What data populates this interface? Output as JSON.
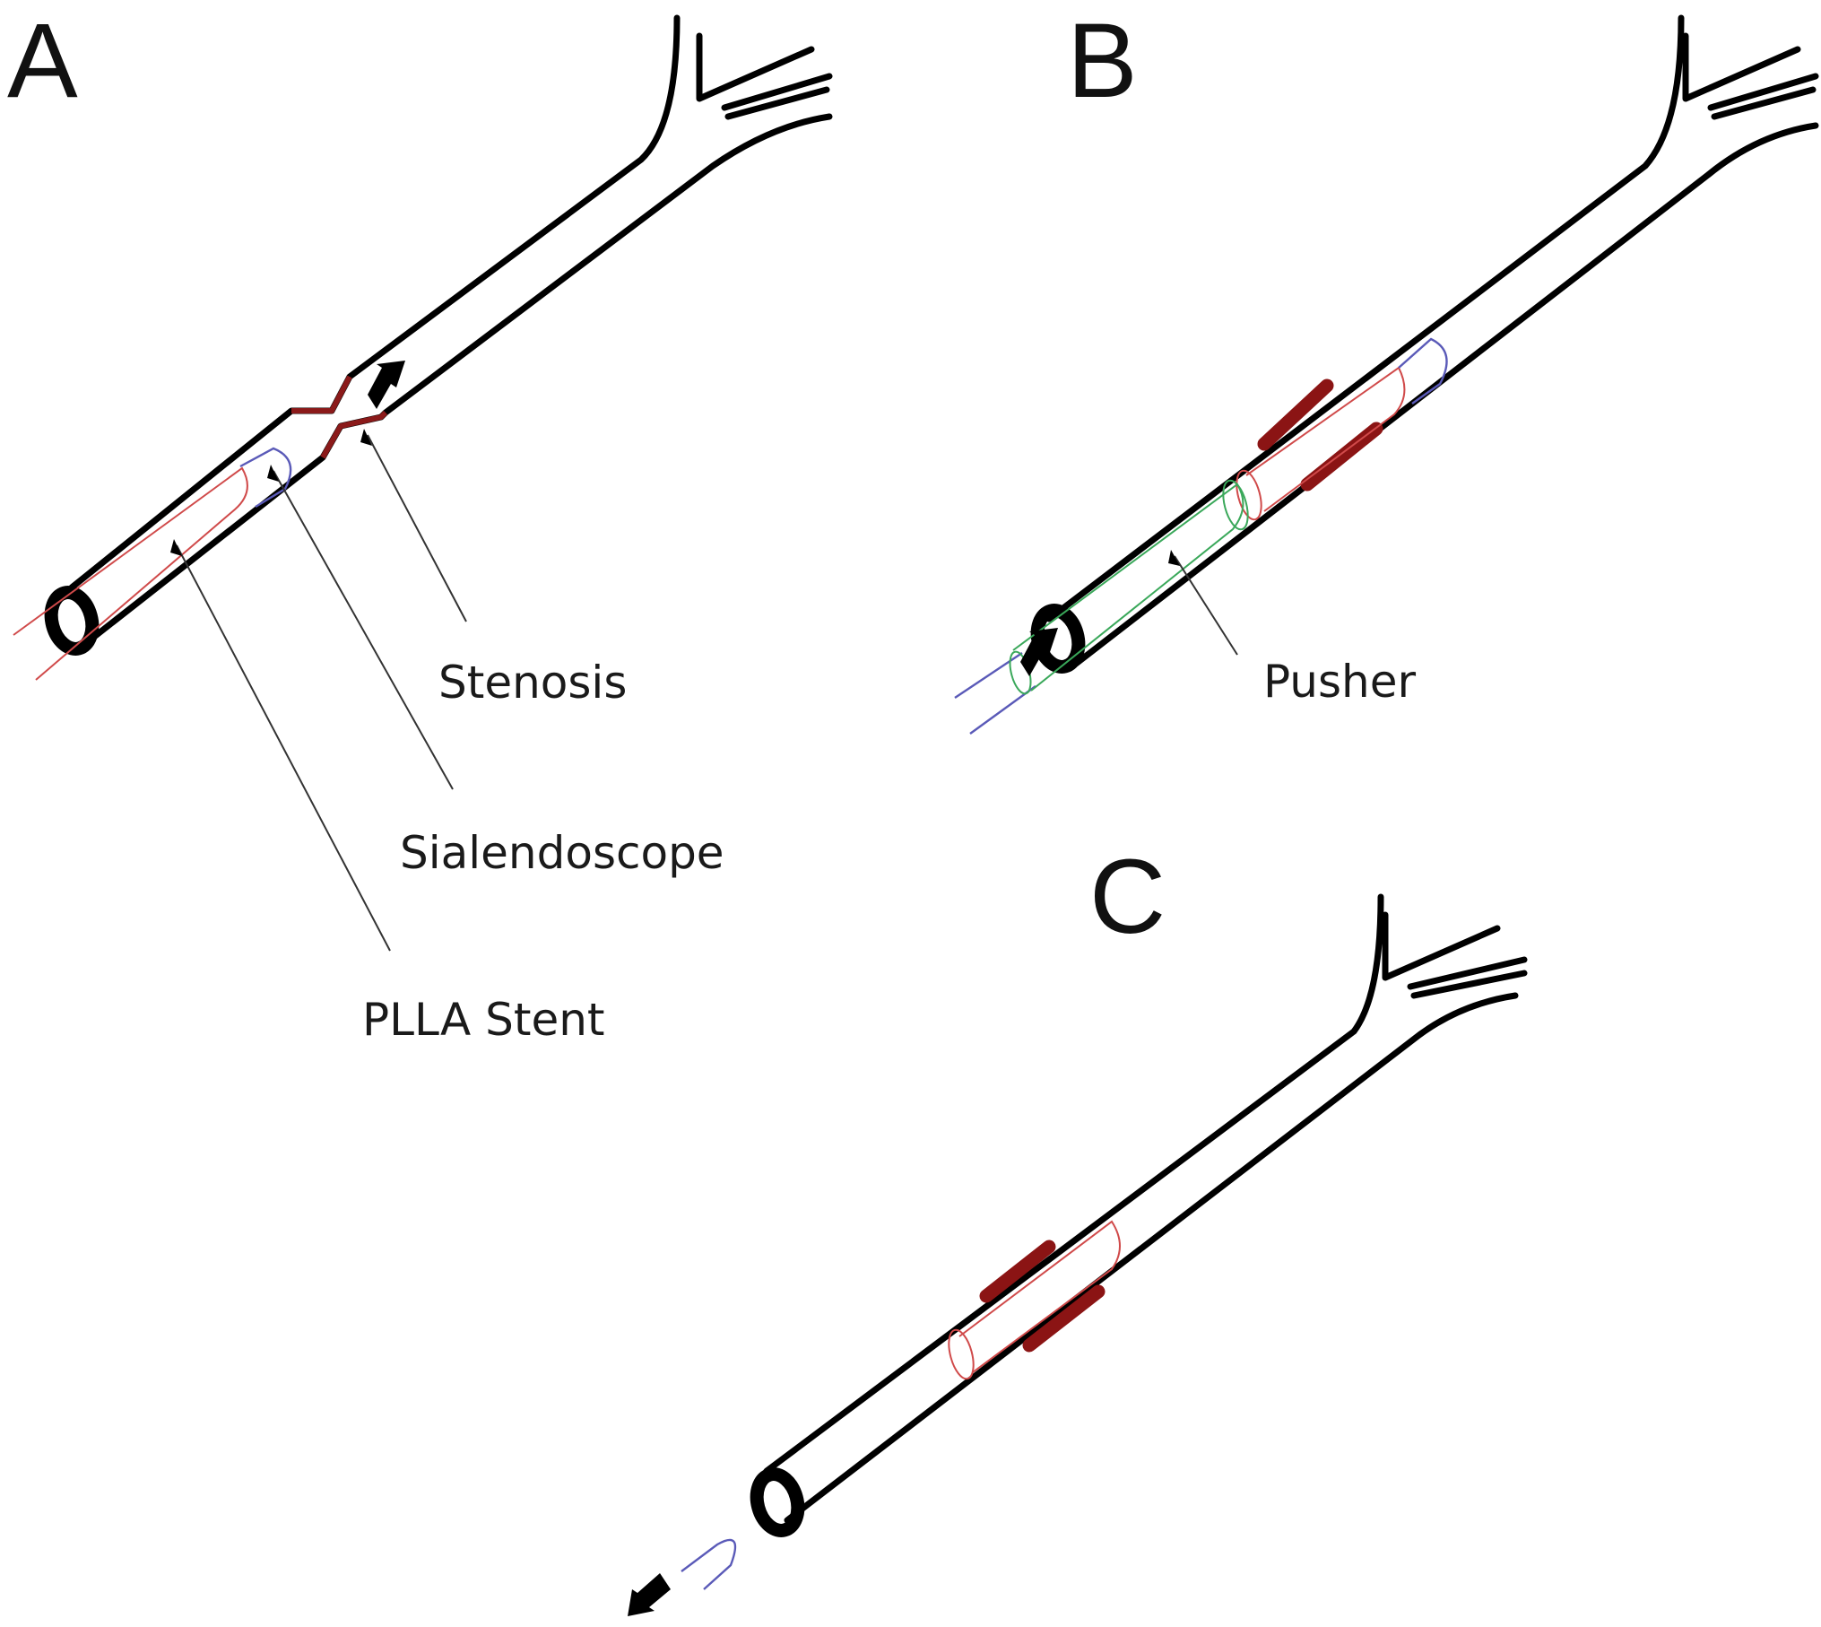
{
  "panels": [
    {
      "id": "A",
      "letter": "A"
    },
    {
      "id": "B",
      "letter": "B"
    },
    {
      "id": "C",
      "letter": "C"
    }
  ],
  "labels": {
    "stenosis": "Stenosis",
    "sialendoscope": "Sialendoscope",
    "plla_stent": "PLLA Stent",
    "pusher": "Pusher"
  },
  "colors": {
    "duct": "#000000",
    "stenosis": "#8b1a1a",
    "stent": "#d04a4a",
    "stent_band": "#8b1414",
    "sialendoscope": "#5a5ab8",
    "pusher": "#3aa85a"
  }
}
